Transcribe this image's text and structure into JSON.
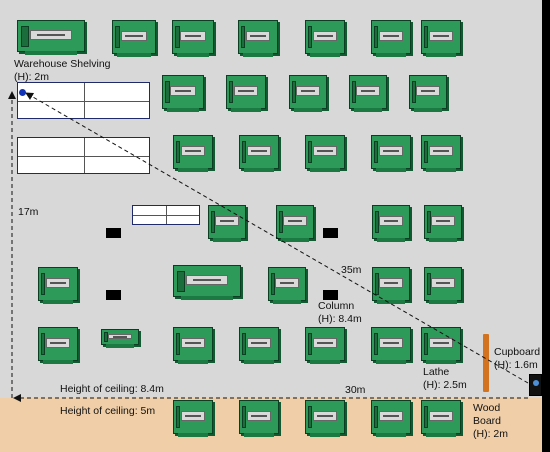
{
  "labels": {
    "shelving_line1": "Warehouse Shelving",
    "shelving_line2": "(H): 2m",
    "dim_17m": "17m",
    "dim_35m": "35m",
    "dim_30m": "30m",
    "column_line1": "Column",
    "column_line2": "(H): 8.4m",
    "cupboard_line1": "Cupboard",
    "cupboard_line2": "(H): 1.6m",
    "lathe_line1": "Lathe",
    "lathe_line2": "(H): 2.5m",
    "ceiling_high": "Height of ceiling: 8.4m",
    "ceiling_low": "Height of ceiling: 5m",
    "woodboard_line1": "Wood",
    "woodboard_line2": "Board",
    "woodboard_line3": "(H): 2m"
  },
  "colors": {
    "machine_green": "#2e9a5a",
    "floor_gray": "#d8d8d8",
    "floor_low_tan": "#f0cfa8",
    "lathe_orange": "#d4731f",
    "dot_blue": "#1233b5"
  },
  "icons": {
    "machine": "machine-icon",
    "column": "column-block",
    "shelving": "shelving-unit",
    "cupboard": "cupboard-box",
    "lathe": "lathe-bar"
  }
}
